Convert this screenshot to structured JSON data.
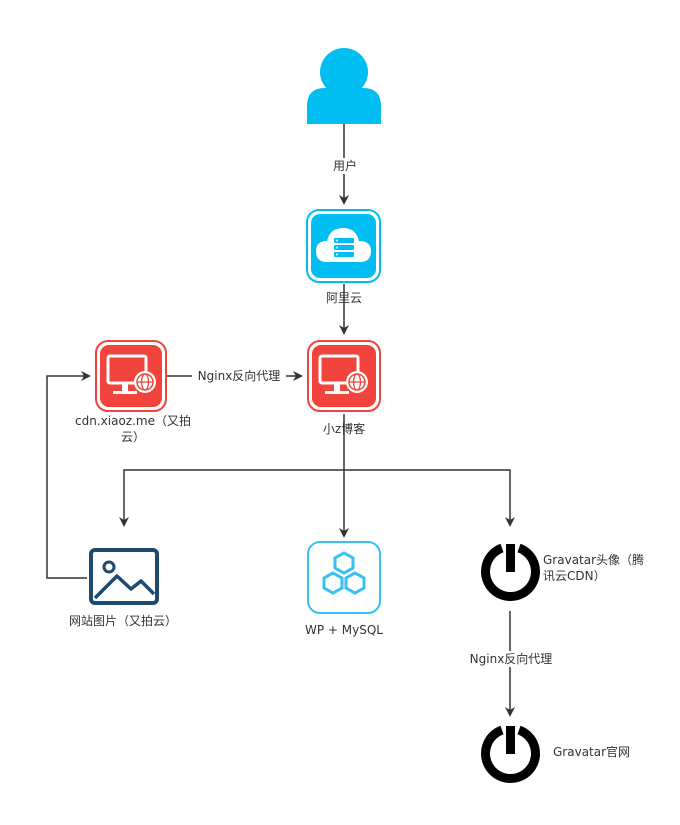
{
  "colors": {
    "user": "#00BEF2",
    "cloud": "#00BEF2",
    "server": "#F0443C",
    "image": "#1E4A6E",
    "db": "#35C1F2",
    "gravatar": "#000000",
    "line": "#333333"
  },
  "nodes": {
    "user": {
      "icon": "user-icon",
      "label": ""
    },
    "aliyun": {
      "icon": "cloud-server-icon",
      "label": "阿里云"
    },
    "blog": {
      "icon": "web-server-icon",
      "label": "小z博客"
    },
    "cdn": {
      "icon": "web-server-icon",
      "label": "cdn.xiaoz.me（又拍云）"
    },
    "images": {
      "icon": "image-icon",
      "label": "网站图片（又拍云）"
    },
    "db": {
      "icon": "hexagons-icon",
      "label": "WP + MySQL"
    },
    "gravatar_cdn": {
      "icon": "gravatar-icon",
      "label": "Gravatar头像（腾讯云CDN）"
    },
    "gravatar_official": {
      "icon": "gravatar-icon",
      "label": "Gravatar官网"
    }
  },
  "edges": {
    "user_to_aliyun": "用户",
    "cdn_to_blog": "Nginx反向代理",
    "gravatar_proxy": "Nginx反向代理"
  }
}
